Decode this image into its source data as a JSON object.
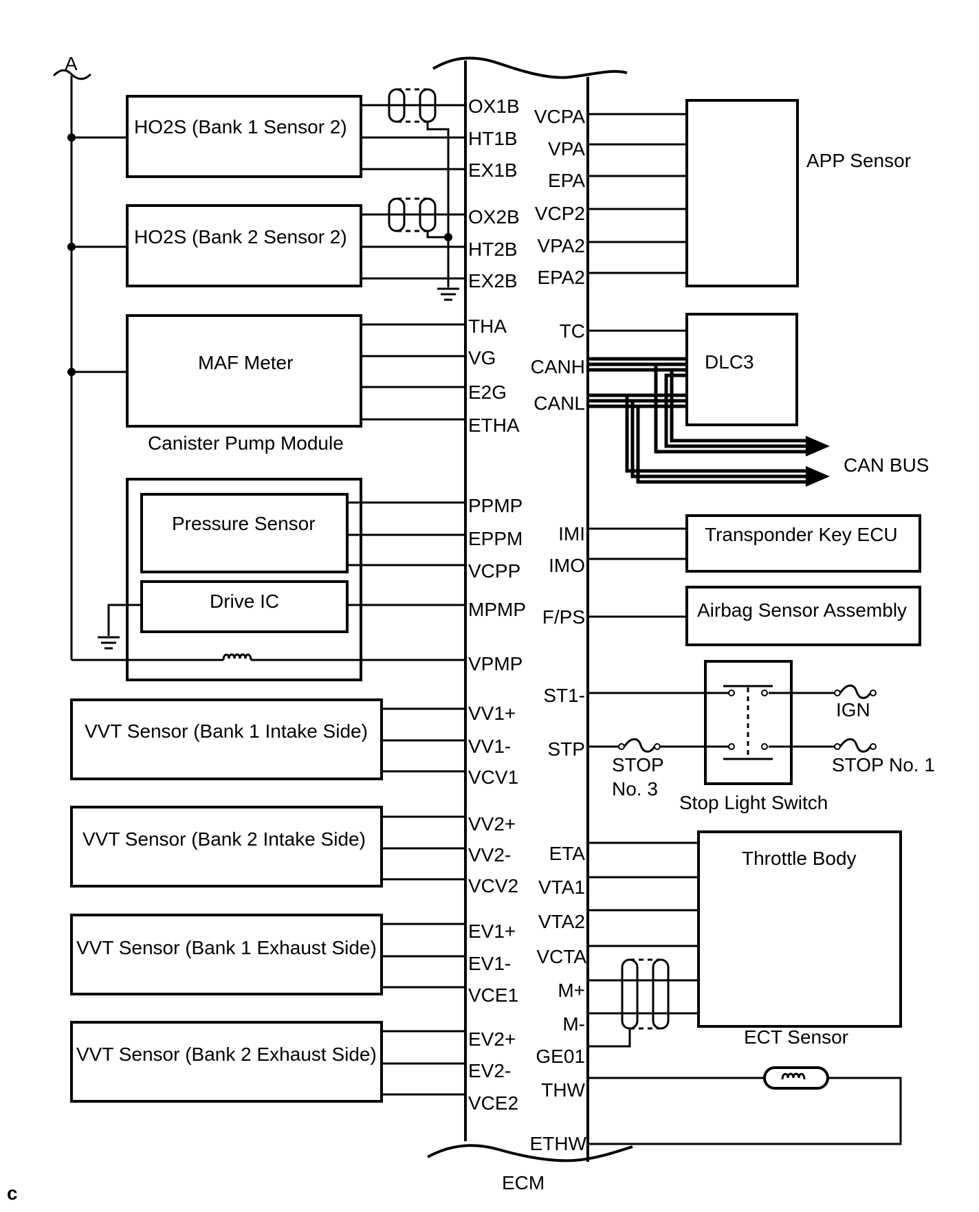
{
  "net_a": "A",
  "ecm": {
    "label": "ECM",
    "left_pins": [
      "OX1B",
      "HT1B",
      "EX1B",
      "OX2B",
      "HT2B",
      "EX2B",
      "THA",
      "VG",
      "E2G",
      "ETHA",
      "PPMP",
      "EPPM",
      "VCPP",
      "MPMP",
      "VPMP",
      "VV1+",
      "VV1-",
      "VCV1",
      "VV2+",
      "VV2-",
      "VCV2",
      "EV1+",
      "EV1-",
      "VCE1",
      "EV2+",
      "EV2-",
      "VCE2"
    ],
    "right_pins": [
      "VCPA",
      "VPA",
      "EPA",
      "VCP2",
      "VPA2",
      "EPA2",
      "TC",
      "CANH",
      "CANL",
      "IMI",
      "IMO",
      "F/PS",
      "ST1-",
      "STP",
      "ETA",
      "VTA1",
      "VTA2",
      "VCTA",
      "M+",
      "M-",
      "GE01",
      "THW",
      "ETHW"
    ]
  },
  "components": {
    "ho2s_b1s2": "HO2S (Bank 1 Sensor 2)",
    "ho2s_b2s2": "HO2S (Bank 2 Sensor 2)",
    "maf_meter": "MAF Meter",
    "canister_pump_module": "Canister Pump Module",
    "pressure_sensor": "Pressure Sensor",
    "drive_ic": "Drive IC",
    "vvt_b1_intake": "VVT Sensor (Bank 1 Intake Side)",
    "vvt_b2_intake": "VVT Sensor (Bank 2 Intake Side)",
    "vvt_b1_exhaust": "VVT Sensor (Bank 1 Exhaust Side)",
    "vvt_b2_exhaust": "VVT Sensor (Bank 2 Exhaust Side)",
    "app_sensor": "APP Sensor",
    "dlc3": "DLC3",
    "can_bus": "CAN BUS",
    "transponder_key_ecu": "Transponder Key ECU",
    "airbag_sensor_assembly": "Airbag Sensor Assembly",
    "ign": "IGN",
    "stop_fuse_line1": "STOP",
    "stop_fuse_line2": "No. 3",
    "stop_no1": "STOP No. 1",
    "stop_light_switch": "Stop Light Switch",
    "throttle_body": "Throttle Body",
    "ect_sensor": "ECT Sensor"
  },
  "corner_mark": "c"
}
